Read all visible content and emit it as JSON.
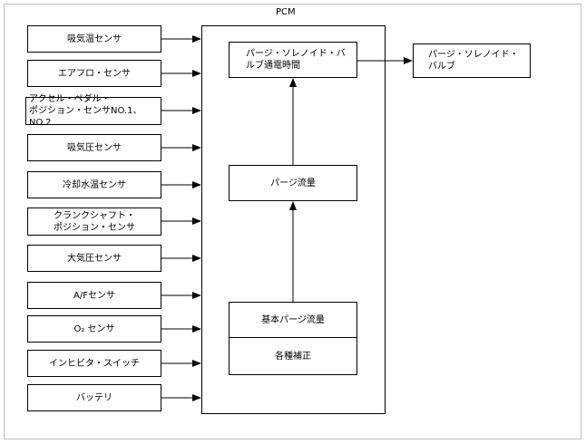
{
  "pcm_label": "PCM",
  "sensors": [
    "吸気温センサ",
    "エアフロ・センサ",
    "アクセル・ペダル・\nポジション・センサNO.1、NO.2",
    "吸気圧センサ",
    "冷却水温センサ",
    "クランクシャフト・\nポジション・センサ",
    "大気圧センサ",
    "A/Fセンサ",
    "O₂ センサ",
    "インヒビタ・スイッチ",
    "バッテリ"
  ],
  "blocks": {
    "purge_time": "パージ・ソレノイド・バ\nルブ通電時間",
    "purge_flow": "パージ流量",
    "base_flow": "基本パージ流量",
    "corrections": "各種補正",
    "valve": "パージ・ソレノイド・\nバルブ"
  }
}
